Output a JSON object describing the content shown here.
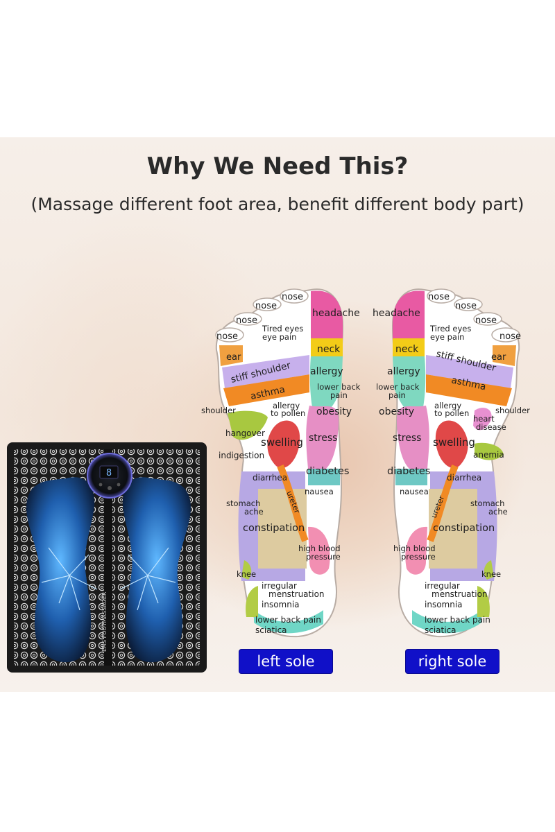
{
  "heading": {
    "title": "Why We Need This?",
    "subtitle": "(Massage different foot area, benefit different body part)"
  },
  "device": {
    "display": "8",
    "label": "EMS FOOTMASSAGER"
  },
  "buttons": {
    "left": "left sole",
    "right": "right sole"
  },
  "left_foot_labels": {
    "nose_1": "nose",
    "nose_2": "nose",
    "nose_3": "nose",
    "nose_4": "nose",
    "headache": "headache",
    "tired_eyes": "Tired eyes",
    "eye_pain": "eye pain",
    "ear": "ear",
    "neck": "neck",
    "stiff_shoulder": "stiff shoulder",
    "allergy": "allergy",
    "asthma": "asthma",
    "lower_back": "lower back",
    "pain": "pain",
    "shoulder": "shoulder",
    "allergy_to": "allergy",
    "to_pollen": "to pollen",
    "obesity": "obesity",
    "hangover": "hangover",
    "swelling": "swelling",
    "stress": "stress",
    "indigestion": "indigestion",
    "diarrhea": "diarrhea",
    "diabetes": "diabetes",
    "nausea": "nausea",
    "stomach": "stomach",
    "ache": "ache",
    "ureter": "ureter",
    "constipation": "constipation",
    "high_blood": "high blood",
    "pressure": "pressure",
    "knee": "knee",
    "irregular": "irregular",
    "menstruation": "menstruation",
    "insomnia": "insomnia",
    "lower_back_pain": "lower back pain",
    "sciatica": "sciatica"
  },
  "right_foot_labels": {
    "nose_1": "nose",
    "nose_2": "nose",
    "nose_3": "nose",
    "nose_4": "nose",
    "headache": "headache",
    "tired_eyes": "Tired eyes",
    "eye_pain": "eye pain",
    "neck": "neck",
    "ear": "ear",
    "stiff_shoulder": "stiff shoulder",
    "allergy": "allergy",
    "lower_back": "lower back",
    "pain": "pain",
    "asthma": "asthma",
    "allergy_to": "allergy",
    "to_pollen": "to pollen",
    "shoulder": "shoulder",
    "obesity": "obesity",
    "heart": "heart",
    "disease": "disease",
    "stress": "stress",
    "swelling": "swelling",
    "anemia": "anemia",
    "diabetes": "diabetes",
    "diarrhea": "diarrhea",
    "nausea": "nausea",
    "stomach": "stomach",
    "ache": "ache",
    "ureter": "ureter",
    "constipation": "constipation",
    "high_blood": "high blood",
    "pressure": "pressure",
    "knee": "knee",
    "irregular": "irregular",
    "menstruation": "menstruation",
    "insomnia": "insomnia",
    "lower_back_pain": "lower back pain",
    "sciatica": "sciatica"
  },
  "colors": {
    "button_blue": "#1010c8",
    "sole_white": "#ffffff",
    "headache_pink": "#e85aa3",
    "neck_yellow": "#f3cc18",
    "allergy_teal": "#7fd8c0",
    "kidney_red": "#e04848",
    "intestine_purple": "#b7a8e4",
    "constipation_tan": "#ddcba0",
    "stiff_shoulder_purple": "#c7b0ec",
    "asthma_orange": "#f18a24",
    "ear_orange": "#f0a040",
    "hangover_green": "#a8c840",
    "bladder_pink": "#f28fb2",
    "heel_teal": "#6fd6c6",
    "heel_green": "#b2cc45",
    "mat_glow_blue": "#2a8ad8"
  }
}
